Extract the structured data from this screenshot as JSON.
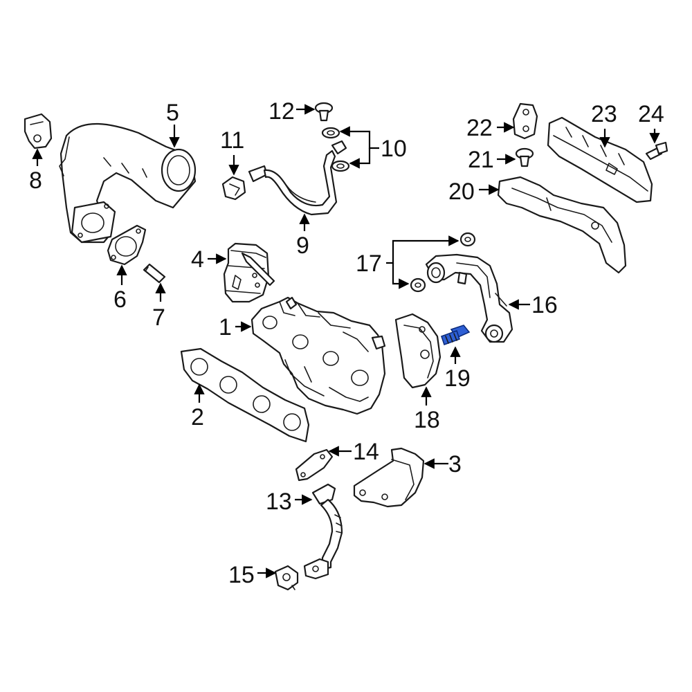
{
  "diagram": {
    "highlight_color": "#2e5fd4",
    "line_color": "#1a1a1a",
    "highlighted_part": "19",
    "callouts": [
      {
        "id": "1",
        "label": "1"
      },
      {
        "id": "2",
        "label": "2"
      },
      {
        "id": "3",
        "label": "3"
      },
      {
        "id": "4",
        "label": "4"
      },
      {
        "id": "5",
        "label": "5"
      },
      {
        "id": "6",
        "label": "6"
      },
      {
        "id": "7",
        "label": "7"
      },
      {
        "id": "8",
        "label": "8"
      },
      {
        "id": "9",
        "label": "9"
      },
      {
        "id": "10",
        "label": "10"
      },
      {
        "id": "11",
        "label": "11"
      },
      {
        "id": "12",
        "label": "12"
      },
      {
        "id": "13",
        "label": "13"
      },
      {
        "id": "14",
        "label": "14"
      },
      {
        "id": "15",
        "label": "15"
      },
      {
        "id": "16",
        "label": "16"
      },
      {
        "id": "17",
        "label": "17"
      },
      {
        "id": "18",
        "label": "18"
      },
      {
        "id": "19",
        "label": "19"
      },
      {
        "id": "20",
        "label": "20"
      },
      {
        "id": "21",
        "label": "21"
      },
      {
        "id": "22",
        "label": "22"
      },
      {
        "id": "23",
        "label": "23"
      },
      {
        "id": "24",
        "label": "24"
      }
    ]
  }
}
